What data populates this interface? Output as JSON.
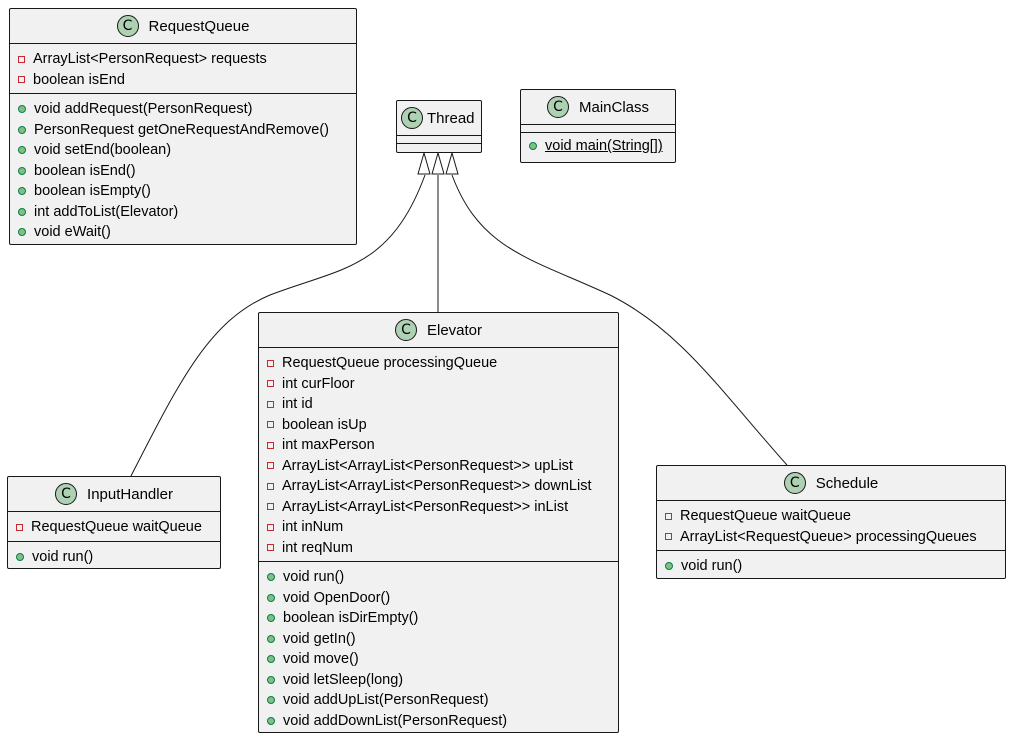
{
  "classes": {
    "request_queue": {
      "name": "RequestQueue",
      "fields": [
        "ArrayList<PersonRequest> requests",
        "boolean isEnd"
      ],
      "methods": [
        "void addRequest(PersonRequest)",
        "PersonRequest getOneRequestAndRemove()",
        "void setEnd(boolean)",
        "boolean isEnd()",
        "boolean isEmpty()",
        "int addToList(Elevator)",
        "void eWait()"
      ]
    },
    "thread": {
      "name": "Thread"
    },
    "main_class": {
      "name": "MainClass",
      "methods": [
        "void main(String[])"
      ]
    },
    "elevator": {
      "name": "Elevator",
      "fields": [
        "RequestQueue processingQueue",
        "int curFloor",
        "int id",
        "boolean isUp",
        "int maxPerson",
        "ArrayList<ArrayList<PersonRequest>> upList",
        "ArrayList<ArrayList<PersonRequest>> downList",
        "ArrayList<ArrayList<PersonRequest>> inList",
        "int inNum",
        "int reqNum"
      ],
      "methods": [
        "void run()",
        "void OpenDoor()",
        "boolean isDirEmpty()",
        "void getIn()",
        "void move()",
        "void letSleep(long)",
        "void addUpList(PersonRequest)",
        "void addDownList(PersonRequest)"
      ]
    },
    "input_handler": {
      "name": "InputHandler",
      "fields": [
        "RequestQueue waitQueue"
      ],
      "methods": [
        "void run()"
      ]
    },
    "schedule": {
      "name": "Schedule",
      "fields": [
        "RequestQueue waitQueue",
        "ArrayList<RequestQueue> processingQueues"
      ],
      "methods": [
        "void run()"
      ]
    }
  },
  "class_icon_letter": "C",
  "colors": {
    "class_bg": "#f1f1f1",
    "border": "#181818",
    "class_icon": "#add1b2",
    "private_marker": "#c82930",
    "public_marker": "#84be84"
  }
}
